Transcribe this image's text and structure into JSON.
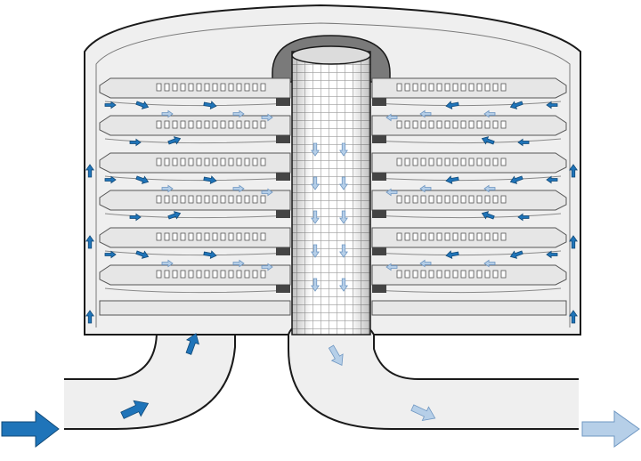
{
  "colors": {
    "background": "#ffffff",
    "housing_fill": "#efefef",
    "outline": "#1a1a1a",
    "plate_fill": "#e6e6e6",
    "plate_stroke": "#555555",
    "spacer_fill": "#444444",
    "core_mesh": "#999999",
    "inlet_arrow": "#1f74b9",
    "outlet_arrow": "#b6cfe8",
    "outlet_arrow_stroke": "#6f97c2"
  },
  "icons": {
    "inlet": "arrow-right-dark-blue",
    "outlet": "arrow-right-light-blue",
    "flow": "small-arrow"
  },
  "diagram": {
    "type": "stacked-disc filter cross-section",
    "levels": 6,
    "labels": []
  }
}
